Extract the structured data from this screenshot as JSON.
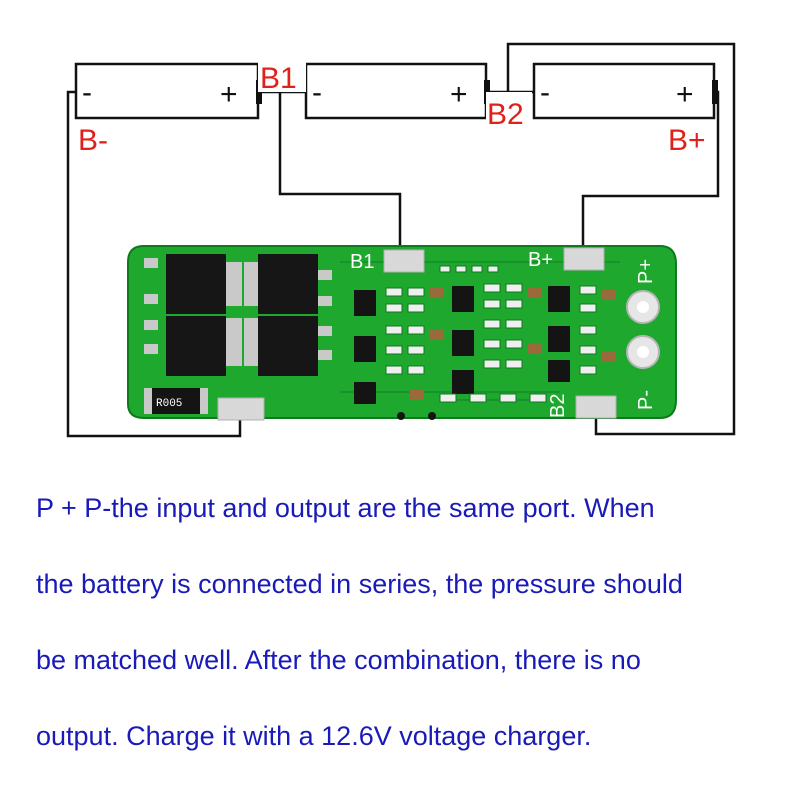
{
  "battery_cells": [
    {
      "minus": "-",
      "plus": "+"
    },
    {
      "minus": "-",
      "plus": "+"
    },
    {
      "minus": "-",
      "plus": "+"
    }
  ],
  "wiring_labels": {
    "b_minus": "B-",
    "b1": "B1",
    "b2": "B2",
    "b_plus": "B+"
  },
  "board": {
    "silk_b1": "B1",
    "silk_b_plus": "B+",
    "silk_p_plus": "P+",
    "silk_p_minus": "P-",
    "silk_b2": "B2",
    "resistor_code": "R005"
  },
  "colors": {
    "wire": "#111111",
    "label_red": "#e0201a",
    "pcb_green": "#1fa82e",
    "text_blue": "#1a1ab8"
  },
  "description": {
    "lines": [
      "P + P-the input and output are the same port. When",
      "the battery is connected in series, the pressure should",
      "be matched well. After the combination, there is no",
      "output. Charge it with a 12.6V voltage charger."
    ]
  }
}
